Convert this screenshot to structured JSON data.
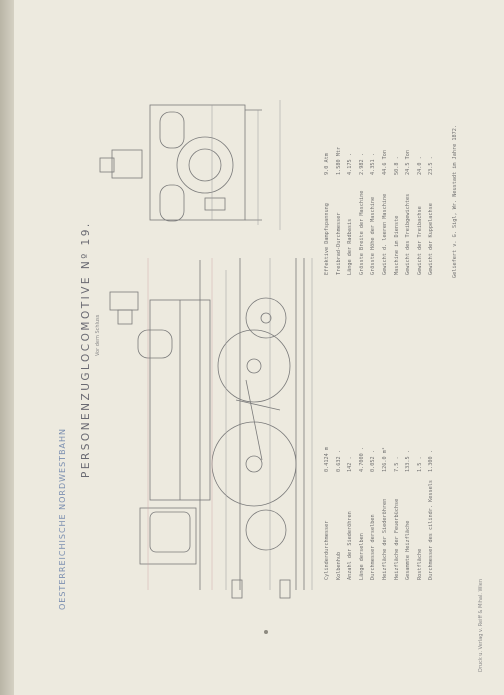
{
  "header": {
    "railway": "OESTERREICHISCHE NORDWESTBAHN"
  },
  "title": {
    "main": "PERSONENZUGLOCOMOTIVE Nº 19.",
    "subtitle": "Vor dem Schluss"
  },
  "specs_left": [
    {
      "label": "Cylinderdurchmesser",
      "value": "0.4124 m"
    },
    {
      "label": "Kolbenhub",
      "value": "0.632 ."
    },
    {
      "label": "Anzahl der Siederöhren",
      "value": "142 ."
    },
    {
      "label": "Länge derselben",
      "value": "4.7000 ."
    },
    {
      "label": "Durchmesser derselben",
      "value": "0.052 ."
    },
    {
      "label": "Heizfläche der Siederöhren",
      "value": "126.0 m²"
    },
    {
      "label": "Heizfläche der Feuerbüchse",
      "value": "7.5 ."
    },
    {
      "label": "Gesammte Heizfläche",
      "value": "133.5 ."
    },
    {
      "label": "Rostfläche",
      "value": "1.5 ."
    },
    {
      "label": "Durchmesser des cilindr. Kessels",
      "value": "1.300 ."
    }
  ],
  "specs_right": [
    {
      "label": "Effektive Dampfspannung",
      "value": "9.0 Atm"
    },
    {
      "label": "Treibrad-Durchmesser",
      "value": "1.580 Mtr"
    },
    {
      "label": "Länge der Radbasis",
      "value": "4.175 ."
    },
    {
      "label": "Grösste Breite der Maschine",
      "value": "2.982 ."
    },
    {
      "label": "Grösste Höhe der Maschine",
      "value": "4.351 ."
    },
    {
      "label": "Gewicht d. leeren Maschine",
      "value": "44.6 Ton"
    },
    {
      "label": "Maschine im Dienste",
      "value": "50.8 ."
    },
    {
      "label": "Gewicht des Treibgewichtes",
      "value": "24.5 Ton"
    },
    {
      "label": "Gewicht der Treibachse",
      "value": "24.0 ."
    },
    {
      "label": "Gewicht der Kuppelachse",
      "value": "23.5 ."
    }
  ],
  "builder": "Geliefert v. G. Sigl, Wr. Neustadt im Jahre 1872.",
  "printer_note": "Druck u. Verlag v. Reiff & Mihal. Wien",
  "colors": {
    "paper": "#edeadf",
    "ink": "#6f6f6f",
    "header_blue": "#7b8fb0"
  }
}
